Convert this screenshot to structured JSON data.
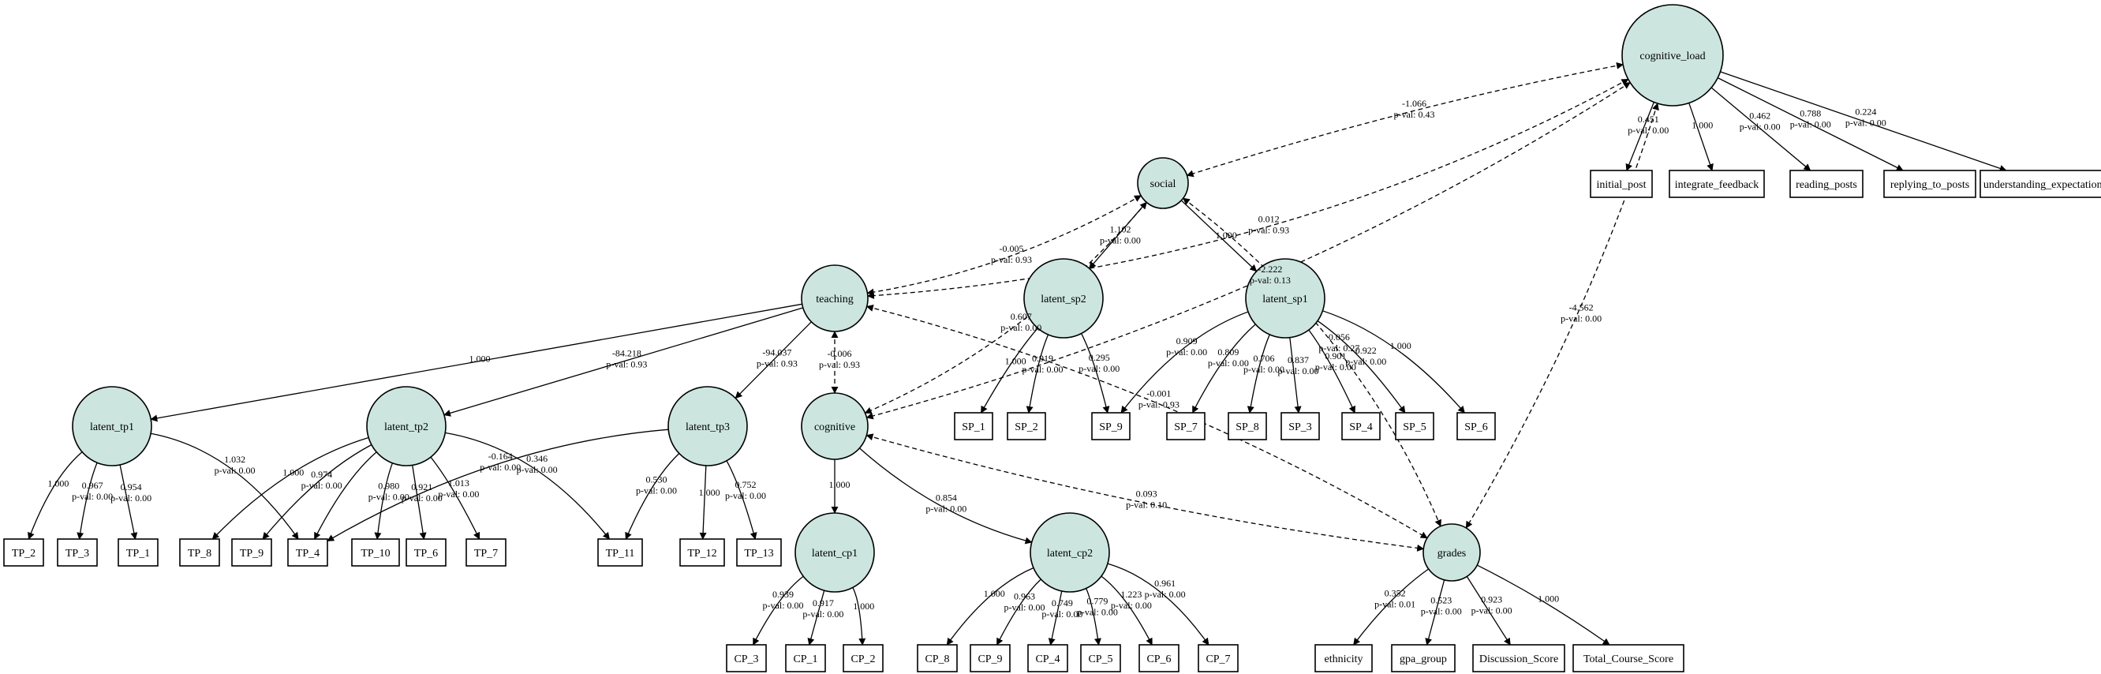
{
  "nodes": [
    {
      "id": "cognitive_load",
      "label": "cognitive_load",
      "kind": "latent"
    },
    {
      "id": "social",
      "label": "social",
      "kind": "latent"
    },
    {
      "id": "teaching",
      "label": "teaching",
      "kind": "latent"
    },
    {
      "id": "cognitive",
      "label": "cognitive",
      "kind": "latent"
    },
    {
      "id": "grades",
      "label": "grades",
      "kind": "latent"
    },
    {
      "id": "latent_sp2",
      "label": "latent_sp2",
      "kind": "latent"
    },
    {
      "id": "latent_sp1",
      "label": "latent_sp1",
      "kind": "latent"
    },
    {
      "id": "latent_tp1",
      "label": "latent_tp1",
      "kind": "latent"
    },
    {
      "id": "latent_tp2",
      "label": "latent_tp2",
      "kind": "latent"
    },
    {
      "id": "latent_tp3",
      "label": "latent_tp3",
      "kind": "latent"
    },
    {
      "id": "latent_cp1",
      "label": "latent_cp1",
      "kind": "latent"
    },
    {
      "id": "latent_cp2",
      "label": "latent_cp2",
      "kind": "latent"
    },
    {
      "id": "initial_post",
      "label": "initial_post",
      "kind": "observed"
    },
    {
      "id": "integrate_feedback",
      "label": "integrate_feedback",
      "kind": "observed"
    },
    {
      "id": "reading_posts",
      "label": "reading_posts",
      "kind": "observed"
    },
    {
      "id": "replying_to_posts",
      "label": "replying_to_posts",
      "kind": "observed"
    },
    {
      "id": "understanding_expectations",
      "label": "understanding_expectations",
      "kind": "observed"
    },
    {
      "id": "SP_1",
      "label": "SP_1",
      "kind": "observed"
    },
    {
      "id": "SP_2",
      "label": "SP_2",
      "kind": "observed"
    },
    {
      "id": "SP_9",
      "label": "SP_9",
      "kind": "observed"
    },
    {
      "id": "SP_7",
      "label": "SP_7",
      "kind": "observed"
    },
    {
      "id": "SP_8",
      "label": "SP_8",
      "kind": "observed"
    },
    {
      "id": "SP_3",
      "label": "SP_3",
      "kind": "observed"
    },
    {
      "id": "SP_4",
      "label": "SP_4",
      "kind": "observed"
    },
    {
      "id": "SP_5",
      "label": "SP_5",
      "kind": "observed"
    },
    {
      "id": "SP_6",
      "label": "SP_6",
      "kind": "observed"
    },
    {
      "id": "TP_2",
      "label": "TP_2",
      "kind": "observed"
    },
    {
      "id": "TP_3",
      "label": "TP_3",
      "kind": "observed"
    },
    {
      "id": "TP_1",
      "label": "TP_1",
      "kind": "observed"
    },
    {
      "id": "TP_8",
      "label": "TP_8",
      "kind": "observed"
    },
    {
      "id": "TP_9",
      "label": "TP_9",
      "kind": "observed"
    },
    {
      "id": "TP_4",
      "label": "TP_4",
      "kind": "observed"
    },
    {
      "id": "TP_10",
      "label": "TP_10",
      "kind": "observed"
    },
    {
      "id": "TP_6",
      "label": "TP_6",
      "kind": "observed"
    },
    {
      "id": "TP_7",
      "label": "TP_7",
      "kind": "observed"
    },
    {
      "id": "TP_11",
      "label": "TP_11",
      "kind": "observed"
    },
    {
      "id": "TP_12",
      "label": "TP_12",
      "kind": "observed"
    },
    {
      "id": "TP_13",
      "label": "TP_13",
      "kind": "observed"
    },
    {
      "id": "CP_3",
      "label": "CP_3",
      "kind": "observed"
    },
    {
      "id": "CP_1",
      "label": "CP_1",
      "kind": "observed"
    },
    {
      "id": "CP_2",
      "label": "CP_2",
      "kind": "observed"
    },
    {
      "id": "CP_8",
      "label": "CP_8",
      "kind": "observed"
    },
    {
      "id": "CP_9",
      "label": "CP_9",
      "kind": "observed"
    },
    {
      "id": "CP_4",
      "label": "CP_4",
      "kind": "observed"
    },
    {
      "id": "CP_5",
      "label": "CP_5",
      "kind": "observed"
    },
    {
      "id": "CP_6",
      "label": "CP_6",
      "kind": "observed"
    },
    {
      "id": "CP_7",
      "label": "CP_7",
      "kind": "observed"
    },
    {
      "id": "ethnicity",
      "label": "ethnicity",
      "kind": "observed"
    },
    {
      "id": "gpa_group",
      "label": "gpa_group",
      "kind": "observed"
    },
    {
      "id": "Discussion_Score",
      "label": "Discussion_Score",
      "kind": "observed"
    },
    {
      "id": "Total_Course_Score",
      "label": "Total_Course_Score",
      "kind": "observed"
    }
  ],
  "edges": [
    {
      "from": "cognitive_load",
      "to": "initial_post",
      "style": "solid",
      "label": [
        "0.451",
        "p-val: 0.00"
      ]
    },
    {
      "from": "cognitive_load",
      "to": "integrate_feedback",
      "style": "solid",
      "label": [
        "1.000"
      ]
    },
    {
      "from": "cognitive_load",
      "to": "reading_posts",
      "style": "solid",
      "label": [
        "0.462",
        "p-val: 0.00"
      ]
    },
    {
      "from": "cognitive_load",
      "to": "replying_to_posts",
      "style": "solid",
      "label": [
        "0.788",
        "p-val: 0.00"
      ]
    },
    {
      "from": "cognitive_load",
      "to": "understanding_expectations",
      "style": "solid",
      "label": [
        "0.224",
        "p-val: 0.00"
      ]
    },
    {
      "from": "cognitive_load",
      "to": "social",
      "style": "dashed",
      "label": [
        "-1.066",
        "p-val: 0.43"
      ]
    },
    {
      "from": "cognitive_load",
      "to": "teaching",
      "style": "dashed",
      "label": [
        "0.012",
        "p-val: 0.93"
      ]
    },
    {
      "from": "cognitive_load",
      "to": "cognitive",
      "style": "dashed",
      "label": [
        "-2.222",
        "p-val: 0.13"
      ]
    },
    {
      "from": "cognitive_load",
      "to": "grades",
      "style": "dashed",
      "label": [
        "-4.562",
        "p-val: 0.00"
      ]
    },
    {
      "from": "social",
      "to": "teaching",
      "style": "dashed",
      "label": [
        "-0.005",
        "p-val: 0.93"
      ]
    },
    {
      "from": "social",
      "to": "cognitive",
      "style": "dashed",
      "label": [
        "0.607",
        "p-val: 0.00"
      ]
    },
    {
      "from": "social",
      "to": "grades",
      "style": "dashed",
      "label": [
        "0.056",
        "p-val: 0.27"
      ]
    },
    {
      "from": "social",
      "to": "latent_sp2",
      "style": "solid",
      "label": [
        "1.102",
        "p-val: 0.00"
      ]
    },
    {
      "from": "social",
      "to": "latent_sp1",
      "style": "solid",
      "label": [
        "1.000"
      ]
    },
    {
      "from": "latent_sp2",
      "to": "SP_1",
      "style": "solid",
      "label": [
        "1.000"
      ]
    },
    {
      "from": "latent_sp2",
      "to": "SP_2",
      "style": "solid",
      "label": [
        "0.919",
        "p-val: 0.00"
      ]
    },
    {
      "from": "latent_sp2",
      "to": "SP_9",
      "style": "solid",
      "label": [
        "0.295",
        "p-val: 0.00"
      ]
    },
    {
      "from": "latent_sp1",
      "to": "SP_9",
      "style": "solid",
      "label": [
        "0.909",
        "p-val: 0.00"
      ]
    },
    {
      "from": "latent_sp1",
      "to": "SP_7",
      "style": "solid",
      "label": [
        "0.809",
        "p-val: 0.00"
      ]
    },
    {
      "from": "latent_sp1",
      "to": "SP_8",
      "style": "solid",
      "label": [
        "0.706",
        "p-val: 0.00"
      ]
    },
    {
      "from": "latent_sp1",
      "to": "SP_3",
      "style": "solid",
      "label": [
        "0.837",
        "p-val: 0.00"
      ]
    },
    {
      "from": "latent_sp1",
      "to": "SP_4",
      "style": "solid",
      "label": [
        "0.901",
        "p-val: 0.00"
      ]
    },
    {
      "from": "latent_sp1",
      "to": "SP_5",
      "style": "solid",
      "label": [
        "0.922",
        "p-val: 0.00"
      ]
    },
    {
      "from": "latent_sp1",
      "to": "SP_6",
      "style": "solid",
      "label": [
        "1.000"
      ]
    },
    {
      "from": "teaching",
      "to": "latent_tp1",
      "style": "solid",
      "label": [
        "1.000"
      ]
    },
    {
      "from": "teaching",
      "to": "latent_tp2",
      "style": "solid",
      "label": [
        "-84.218",
        "p-val: 0.93"
      ]
    },
    {
      "from": "teaching",
      "to": "latent_tp3",
      "style": "solid",
      "label": [
        "-94.037",
        "p-val: 0.93"
      ]
    },
    {
      "from": "teaching",
      "to": "cognitive",
      "style": "dashed",
      "label": [
        "-0.006",
        "p-val: 0.93"
      ]
    },
    {
      "from": "teaching",
      "to": "grades",
      "style": "dashed",
      "label": [
        "-0.001",
        "p-val: 0.93"
      ]
    },
    {
      "from": "latent_tp1",
      "to": "TP_2",
      "style": "solid",
      "label": [
        "1.000"
      ]
    },
    {
      "from": "latent_tp1",
      "to": "TP_3",
      "style": "solid",
      "label": [
        "0.967",
        "p-val: 0.00"
      ]
    },
    {
      "from": "latent_tp1",
      "to": "TP_1",
      "style": "solid",
      "label": [
        "0.954",
        "p-val: 0.00"
      ]
    },
    {
      "from": "latent_tp1",
      "to": "TP_4",
      "style": "solid",
      "label": [
        "1.032",
        "p-val: 0.00"
      ]
    },
    {
      "from": "latent_tp2",
      "to": "TP_8",
      "style": "solid",
      "label": [
        "1.000"
      ]
    },
    {
      "from": "latent_tp2",
      "to": "TP_9",
      "style": "solid",
      "label": [
        "0.974",
        "p-val: 0.00"
      ]
    },
    {
      "from": "latent_tp2",
      "to": "TP_4",
      "style": "solid",
      "label": [
        ""
      ]
    },
    {
      "from": "latent_tp2",
      "to": "TP_10",
      "style": "solid",
      "label": [
        "0.980",
        "p-val: 0.00"
      ]
    },
    {
      "from": "latent_tp2",
      "to": "TP_6",
      "style": "solid",
      "label": [
        "0.921",
        "p-val: 0.00"
      ]
    },
    {
      "from": "latent_tp2",
      "to": "TP_7",
      "style": "solid",
      "label": [
        "1.013",
        "p-val: 0.00"
      ]
    },
    {
      "from": "latent_tp2",
      "to": "TP_11",
      "style": "solid",
      "label": [
        "0.346",
        "p-val: 0.00"
      ]
    },
    {
      "from": "latent_tp3",
      "to": "TP_4",
      "style": "solid",
      "label": [
        "-0.164",
        "p-val: 0.00"
      ]
    },
    {
      "from": "latent_tp3",
      "to": "TP_11",
      "style": "solid",
      "label": [
        "0.530",
        "p-val: 0.00"
      ]
    },
    {
      "from": "latent_tp3",
      "to": "TP_12",
      "style": "solid",
      "label": [
        "1.000"
      ]
    },
    {
      "from": "latent_tp3",
      "to": "TP_13",
      "style": "solid",
      "label": [
        "0.752",
        "p-val: 0.00"
      ]
    },
    {
      "from": "cognitive",
      "to": "latent_cp1",
      "style": "solid",
      "label": [
        "1.000"
      ]
    },
    {
      "from": "cognitive",
      "to": "latent_cp2",
      "style": "solid",
      "label": [
        "0.854",
        "p-val: 0.00"
      ]
    },
    {
      "from": "cognitive",
      "to": "grades",
      "style": "dashed",
      "label": [
        "0.093",
        "p-val: 0.10"
      ]
    },
    {
      "from": "latent_cp1",
      "to": "CP_3",
      "style": "solid",
      "label": [
        "0.939",
        "p-val: 0.00"
      ]
    },
    {
      "from": "latent_cp1",
      "to": "CP_1",
      "style": "solid",
      "label": [
        "0.917",
        "p-val: 0.00"
      ]
    },
    {
      "from": "latent_cp1",
      "to": "CP_2",
      "style": "solid",
      "label": [
        "1.000"
      ]
    },
    {
      "from": "latent_cp2",
      "to": "CP_8",
      "style": "solid",
      "label": [
        "1.000"
      ]
    },
    {
      "from": "latent_cp2",
      "to": "CP_9",
      "style": "solid",
      "label": [
        "0.963",
        "p-val: 0.00"
      ]
    },
    {
      "from": "latent_cp2",
      "to": "CP_4",
      "style": "solid",
      "label": [
        "0.749",
        "p-val: 0.00"
      ]
    },
    {
      "from": "latent_cp2",
      "to": "CP_5",
      "style": "solid",
      "label": [
        "0.779",
        "p-val: 0.00"
      ]
    },
    {
      "from": "latent_cp2",
      "to": "CP_6",
      "style": "solid",
      "label": [
        "1.223",
        "p-val: 0.00"
      ]
    },
    {
      "from": "latent_cp2",
      "to": "CP_7",
      "style": "solid",
      "label": [
        "0.961",
        "p-val: 0.00"
      ]
    },
    {
      "from": "grades",
      "to": "ethnicity",
      "style": "solid",
      "label": [
        "0.352",
        "p-val: 0.01"
      ]
    },
    {
      "from": "grades",
      "to": "gpa_group",
      "style": "solid",
      "label": [
        "0.523",
        "p-val: 0.00"
      ]
    },
    {
      "from": "grades",
      "to": "Discussion_Score",
      "style": "solid",
      "label": [
        "0.923",
        "p-val: 0.00"
      ]
    },
    {
      "from": "grades",
      "to": "Total_Course_Score",
      "style": "solid",
      "label": [
        "1.000"
      ]
    }
  ]
}
